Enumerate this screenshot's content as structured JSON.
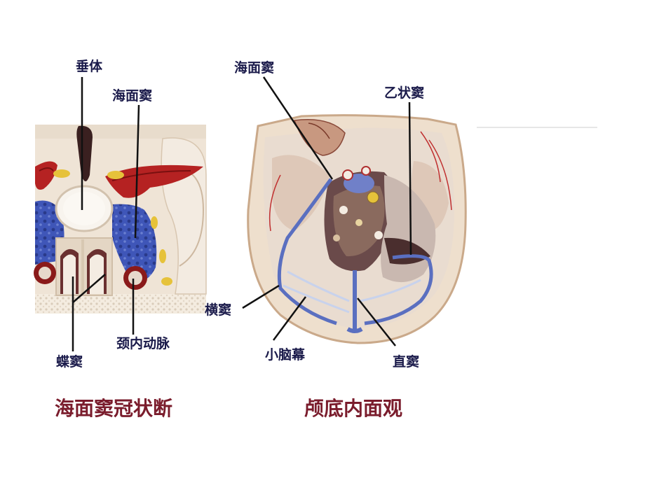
{
  "left_panel": {
    "labels": {
      "pituitary": "垂体",
      "cavernous_sinus": "海面窦",
      "sphenoid_sinus": "蝶窦",
      "internal_carotid": "颈内动脉"
    },
    "caption": "海面窦冠状断"
  },
  "right_panel": {
    "labels": {
      "cavernous_sinus": "海面窦",
      "sigmoid_sinus": "乙状窦",
      "transverse_sinus": "横窦",
      "tentorium": "小脑幕",
      "straight_sinus": "直窦"
    },
    "caption": "颅底内面观"
  },
  "colors": {
    "label_text": "#1a1a4a",
    "caption_text": "#7a1c2c",
    "sinus_blue": "#5a6fc0",
    "artery_red": "#b02020",
    "bone": "#efe4d6"
  }
}
